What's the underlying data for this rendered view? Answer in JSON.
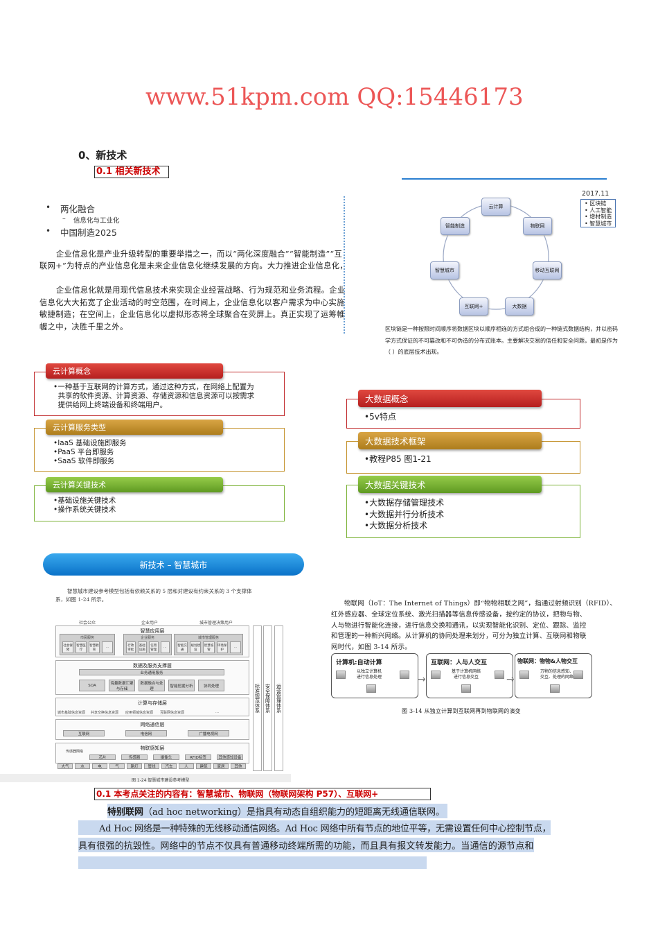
{
  "heading": "0、新技术",
  "subheading": "0.1  相关新技术",
  "intro": {
    "bullets": [
      {
        "text": "两化融合",
        "sub": "信息化与工业化"
      },
      {
        "text": "中国制造2025"
      }
    ],
    "para1": [
      "企业信息化是产业升级转型的重要举措之一，而以“两化深度融合”“智能制造”“互",
      "联网+”为特点的产业信息化是未来企业信息化继续发展的方向。大力推进企业信息化，"
    ],
    "para2": [
      "企业信息化就是用现代信息技术来实现企业经营战略、行为规范和业务流程。企业",
      "信息化大大拓宽了企业活动的时空范围，在时间上，企业信息化以客户需求为中心实施",
      "敏捷制造；在空间上，企业信息化以虚拟形态将全球聚合在荧屏上。真正实现了运筹帷",
      "幄之中，决胜千里之外。"
    ]
  },
  "cycle": {
    "nodes": [
      "云计算",
      "物联网",
      "移动互联网",
      "大数据",
      "互联网+",
      "智慧城市",
      "智能制造"
    ],
    "year": "2017.11",
    "year_items": [
      "区块链",
      "人工智能",
      "增材制造",
      "智慧城市"
    ],
    "blockchain": [
      "区块链是一种按照时间顺序将数据区块以顺序相连的方式组合成的一种链式数据结构，并以密码",
      "学方式保证的不可篡改和不可伪造的分布式账本。主要解决交易的信任和安全问题，最初是作为",
      "（   ）的底层技术出现。"
    ]
  },
  "cloud": [
    {
      "title": "云计算概念",
      "items": [
        "•一种基于互联网的计算方式，通过这种方式，在网络上配置为",
        "  共享的软件资源、计算资源、存储资源和信息资源可以按需求",
        "  提供给网上终端设备和终端用户。"
      ]
    },
    {
      "title": "云计算服务类型",
      "items": [
        "•IaaS 基础设施即服务",
        "•PaaS 平台即服务",
        "•SaaS 软件即服务"
      ]
    },
    {
      "title": "云计算关键技术",
      "items": [
        "•基础设施关键技术",
        "•操作系统关键技术"
      ]
    }
  ],
  "bigdata": [
    {
      "title": "大数据概念",
      "items": [
        "•5v特点"
      ]
    },
    {
      "title": "大数据技术框架",
      "items": [
        "•教程P85 图1-21"
      ]
    },
    {
      "title": "大数据关键技术",
      "items": [
        "•大数据存储管理技术",
        "•大数据并行分析技术",
        "•大数据分析技术"
      ]
    }
  ],
  "banner": "新技术 – 智慧城市",
  "smartcity": {
    "intro": [
      "智慧城市建设参考模型包括有依赖关系的 5 层和对建设有约束关系的 3 个支撑体",
      "系，如图 1-24 所示。"
    ],
    "users": [
      "社会公众",
      "企业用户",
      "城市管理决策用户"
    ],
    "app_layer": "智慧应用层",
    "app_groups": [
      {
        "name": "市民服务",
        "items": [
          "社会保障",
          "智慧医疗",
          "智慧教育",
          "…"
        ]
      },
      {
        "name": "企业服务",
        "items": [
          "行政审批",
          "基础设施",
          "信用管理",
          "…"
        ]
      },
      {
        "name": "城市管理服务",
        "items": [
          "智能交通",
          "规划建设",
          "智慧城管",
          "环境保护",
          "…"
        ]
      }
    ],
    "data_layer": "数据及服务支撑层",
    "data_bar": "业务通用服务",
    "data_items": [
      "SOA",
      "海量数据汇聚与存储",
      "数据融合与处理",
      "智能挖掘分析",
      "协同处理"
    ],
    "compute_layer": "计算与存储层",
    "compute_items": [
      "城市基础信息资源",
      "共享交换信息资源",
      "应用领域信息资源",
      "互联网信息资源",
      "…"
    ],
    "net_layer": "网络通信层",
    "net_items": [
      "互联网",
      "电信网",
      "广播电视网"
    ],
    "sense_layer": "物联感知层",
    "sense_items": [
      "传感器网络",
      "芯片",
      "传感器",
      "摄像头",
      "RFID标签",
      "其他感知设备"
    ],
    "objects": [
      "大气",
      "水",
      "电",
      "气",
      "路灯",
      "管线",
      "汽车",
      "人",
      "建筑",
      "家居",
      "其他"
    ],
    "pillars": [
      "标准规范体系",
      "安全保障体系",
      "运营管理体系"
    ],
    "caption": "图 1-24   智慧城市建设参考模型"
  },
  "iot": {
    "para": [
      "物联网（IoT：The Internet of Things）即“物物相联之网”，指通过射频识别（RFID）、",
      "红外感应器、全球定位系统、激光扫描器等信息传感设备，按约定的协议，把物与物、",
      "人与物进行智能化连接，进行信息交换和通讯，以实现智能化识别、定位、跟踪、监控",
      "和管理的一种新兴网络。从计算机的协同处理来划分，可分为独立计算、互联网和物联",
      "网时代，如图 3-14 所示。"
    ],
    "stages": [
      {
        "title": "计算机:自动计算",
        "sub": "以独立计算机\n进行信息处理"
      },
      {
        "title": "互联网：人与人交互",
        "sub": "基于计算机网络\n进行信息交互"
      },
      {
        "title": "物联网：物物&人物交互",
        "sub": "万物的信息感知、\n交互、处理的网络"
      }
    ],
    "caption": "图 3-14   从独立计算到互联网再到物联网的演变"
  },
  "focus": "0.1 本考点关注的内容有：智慧城市、物联网（物联网架构  P57）、互联网+",
  "adhoc": {
    "term": "特别联网",
    "line1_rest": "（ad hoc networking）是指具有动态自组织能力的短距离无线通信联网。",
    "line2": "Ad Hoc 网络是一种特殊的无线移动通信网络。Ad Hoc 网络中所有节点的地位平等，无需设置任何中心控制节点，",
    "line3": "具有很强的抗毁性。网络中的节点不仅具有普通移动终端所需的功能，而且具有报文转发能力。当通信的源节点和"
  },
  "watermark": "www.51kpm.com  QQ:15446173",
  "colors": {
    "accent_red": "#cc0000",
    "highlight": "#c9d9ef",
    "panel_red": "#c0282a",
    "panel_gold": "#c4922c",
    "panel_green": "#7bb236",
    "banner_blue": "#1a8ae0"
  }
}
